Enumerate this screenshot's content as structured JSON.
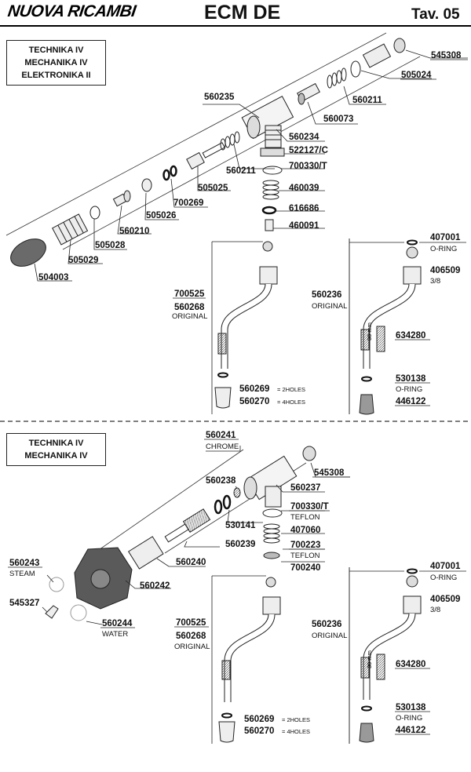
{
  "header": {
    "brand": "NUOVA RICAMBI",
    "title": "ECM DE",
    "table": "Tav. 05"
  },
  "section_top": {
    "models": [
      "TECHNIKA IV",
      "MECHANIKA IV",
      "ELEKTRONIKA II"
    ],
    "parts": [
      {
        "code": "545308"
      },
      {
        "code": "505024"
      },
      {
        "code": "560235"
      },
      {
        "code": "560211"
      },
      {
        "code": "560073"
      },
      {
        "code": "560234"
      },
      {
        "code": "522127/C"
      },
      {
        "code": "700330/T"
      },
      {
        "code": "560211"
      },
      {
        "code": "505025"
      },
      {
        "code": "460039"
      },
      {
        "code": "700269"
      },
      {
        "code": "616686"
      },
      {
        "code": "505026"
      },
      {
        "code": "460091"
      },
      {
        "code": "560210"
      },
      {
        "code": "505028"
      },
      {
        "code": "505029"
      },
      {
        "code": "504003"
      }
    ],
    "left_hose": {
      "codes": [
        "700525",
        "560268"
      ],
      "note": "ORIGINAL",
      "tips": [
        {
          "code": "560269",
          "note": "= 2HOLES"
        },
        {
          "code": "560270",
          "note": "= 4HOLES"
        }
      ]
    },
    "right_hose": {
      "items": [
        {
          "code": "407001",
          "note": "O-RING"
        },
        {
          "code": "406509",
          "note": "3/8"
        },
        {
          "code": "560236",
          "note": "ORIGINAL"
        },
        {
          "code": "634280",
          "note": ""
        },
        {
          "code": "530138",
          "note": "O-RING"
        },
        {
          "code": "446122",
          "note": ""
        }
      ],
      "scale_label": "30 mm"
    }
  },
  "section_bottom": {
    "models": [
      "TECHNIKA IV",
      "MECHANIKA IV"
    ],
    "parts": [
      {
        "code": "560241",
        "note": "CHROME"
      },
      {
        "code": "545308",
        "note": ""
      },
      {
        "code": "560238",
        "note": ""
      },
      {
        "code": "560237",
        "note": ""
      },
      {
        "code": "700330/T",
        "note": "TEFLON"
      },
      {
        "code": "530141",
        "note": ""
      },
      {
        "code": "407060",
        "note": ""
      },
      {
        "code": "560239",
        "note": ""
      },
      {
        "code": "700223",
        "note": "TEFLON"
      },
      {
        "code": "560240",
        "note": ""
      },
      {
        "code": "700240",
        "note": ""
      },
      {
        "code": "560243",
        "note": "STEAM"
      },
      {
        "code": "560242",
        "note": ""
      },
      {
        "code": "545327",
        "note": ""
      },
      {
        "code": "560244",
        "note": "WATER"
      }
    ],
    "left_hose": {
      "codes": [
        "700525",
        "560268"
      ],
      "note": "ORIGINAL",
      "tips": [
        {
          "code": "560269",
          "note": "= 2HOLES"
        },
        {
          "code": "560270",
          "note": "= 4HOLES"
        }
      ]
    },
    "right_hose": {
      "items": [
        {
          "code": "407001",
          "note": "O-RING"
        },
        {
          "code": "406509",
          "note": "3/8"
        },
        {
          "code": "560236",
          "note": "ORIGINAL"
        },
        {
          "code": "634280",
          "note": ""
        },
        {
          "code": "530138",
          "note": "O-RING"
        },
        {
          "code": "446122",
          "note": ""
        }
      ],
      "scale_label": "30 mm"
    }
  }
}
